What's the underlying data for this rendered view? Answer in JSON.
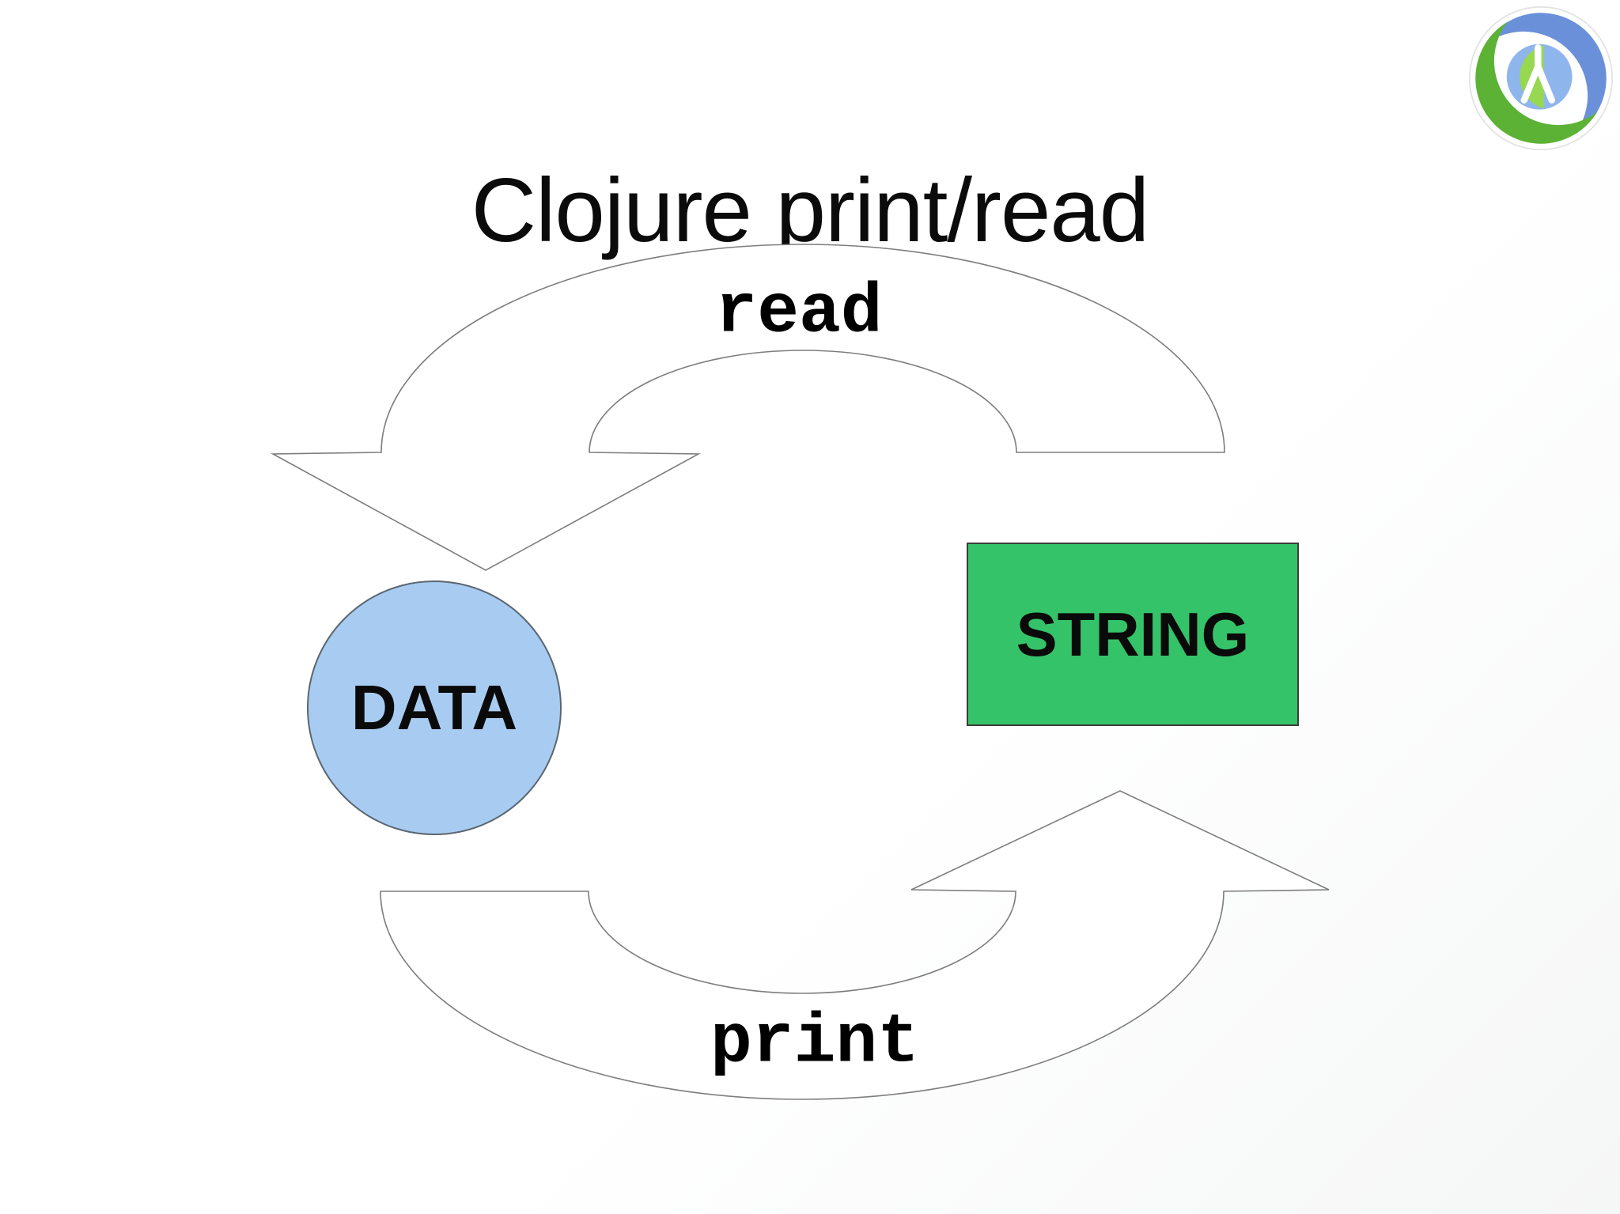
{
  "slide": {
    "title": "Clojure print/read",
    "diagram": {
      "read_arrow_label": "read",
      "print_arrow_label": "print",
      "data_node_label": "DATA",
      "string_node_label": "STRING"
    },
    "logo": "clojure-logo",
    "colors": {
      "data_node_fill": "#a8ccf1",
      "string_node_fill": "#35c369",
      "arrow_outline": "#7d7d7d",
      "text": "#000000",
      "logo_blue": "#6b90da",
      "logo_green": "#5cb235",
      "logo_inner_green": "#97d850",
      "logo_inner_blue": "#8fb5ed"
    }
  }
}
